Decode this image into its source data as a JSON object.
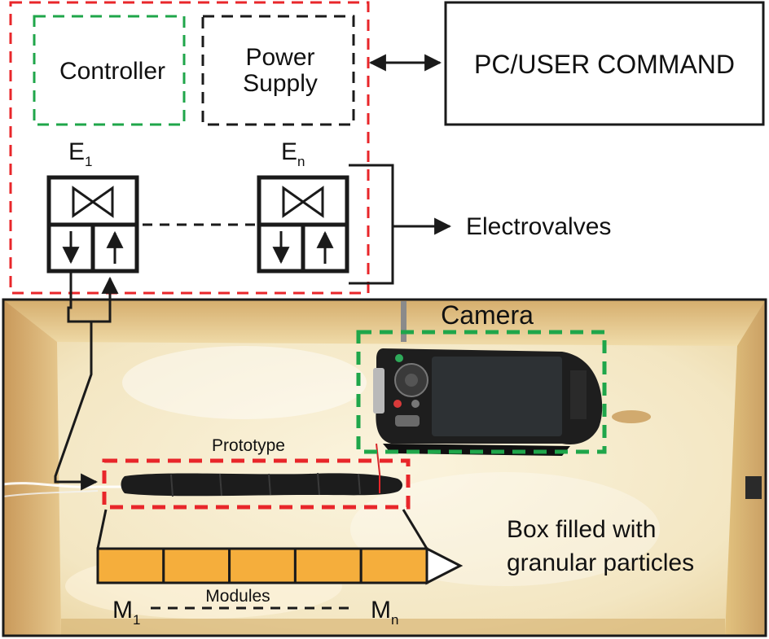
{
  "system": {
    "controller": "Controller",
    "power_supply_line1": "Power",
    "power_supply_line2": "Supply",
    "pc_command": "PC/USER COMMAND"
  },
  "valves": {
    "first_label": "E",
    "first_sub": "1",
    "last_label": "E",
    "last_sub": "n",
    "group_label": "Electrovalves"
  },
  "photo": {
    "camera_label": "Camera",
    "prototype_label": "Prototype",
    "box_label_line1": "Box filled with",
    "box_label_line2": "granular particles"
  },
  "modules": {
    "label": "Modules",
    "first_label": "M",
    "first_sub": "1",
    "last_label": "M",
    "last_sub": "n",
    "count": 5
  },
  "colors": {
    "red_dashed": "#e8262a",
    "green_dashed": "#1fa64a",
    "black_dashed": "#1a1a1a",
    "module_fill": "#f5ae3c",
    "box_interior": "#f6ecd0",
    "wood": "#d9b271"
  }
}
